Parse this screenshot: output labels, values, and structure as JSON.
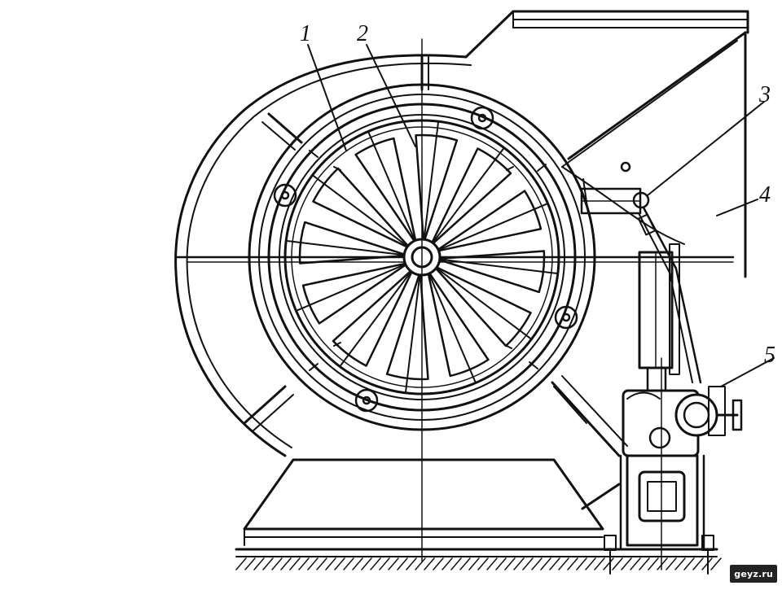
{
  "diagram": {
    "callouts": [
      {
        "id": "1",
        "label": "1"
      },
      {
        "id": "2",
        "label": "2"
      },
      {
        "id": "3",
        "label": "3"
      },
      {
        "id": "4",
        "label": "4"
      },
      {
        "id": "5",
        "label": "5"
      }
    ],
    "blade_count": 12,
    "ink_color": "#111111",
    "paper_color": "#ffffff"
  },
  "watermark": {
    "text": "geyz.ru"
  }
}
